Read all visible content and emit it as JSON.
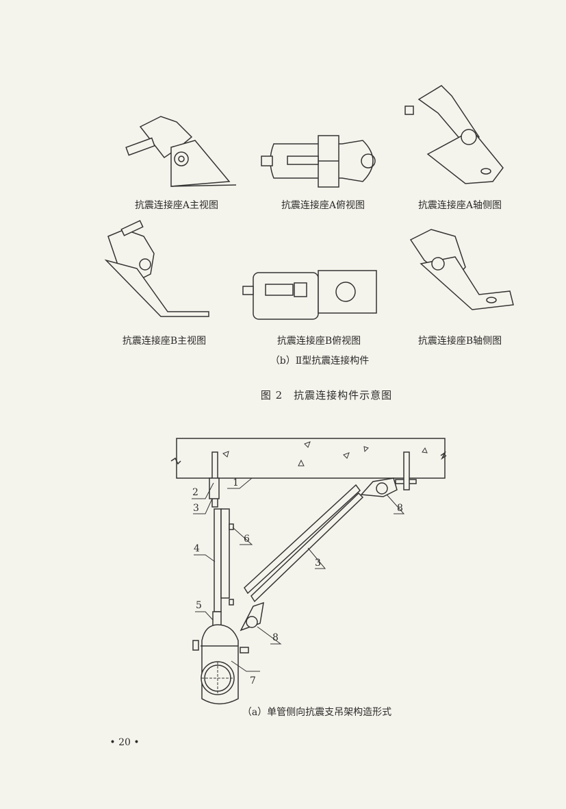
{
  "figure2": {
    "captions": {
      "a_front": "抗震连接座A主视图",
      "a_top": "抗震连接座A俯视图",
      "a_iso": "抗震连接座A轴侧图",
      "b_front": "抗震连接座B主视图",
      "b_top": "抗震连接座B俯视图",
      "b_iso": "抗震连接座B轴侧图"
    },
    "subcaption": "（b）Ⅱ型抗震连接构件",
    "title": "图 2　抗震连接构件示意图"
  },
  "diagram": {
    "labels": {
      "l1": "1",
      "l2": "2",
      "l3a": "3",
      "l3b": "3",
      "l4": "4",
      "l5": "5",
      "l6": "6",
      "l7": "7",
      "l8a": "8",
      "l8b": "8"
    },
    "caption": "（a）单管侧向抗震支吊架构造形式"
  },
  "page_number": "• 20 •"
}
